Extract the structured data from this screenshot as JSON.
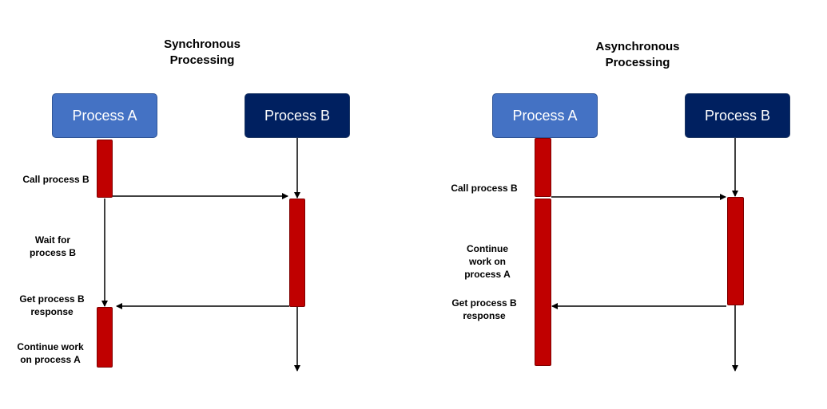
{
  "colors": {
    "process_a": "#4472c4",
    "process_b": "#002060",
    "activation": "#c00000",
    "line": "#000000"
  },
  "sync": {
    "title": "Synchronous\nProcessing",
    "process_a_label": "Process A",
    "process_b_label": "Process B",
    "steps": {
      "call": "Call process B",
      "wait": "Wait for\nprocess B",
      "response": "Get process B\nresponse",
      "continue": "Continue work\non process A"
    }
  },
  "async": {
    "title": "Asynchronous\nProcessing",
    "process_a_label": "Process A",
    "process_b_label": "Process B",
    "steps": {
      "call": "Call process B",
      "continue": "Continue\nwork on\nprocess A",
      "response": "Get process B\nresponse"
    }
  }
}
